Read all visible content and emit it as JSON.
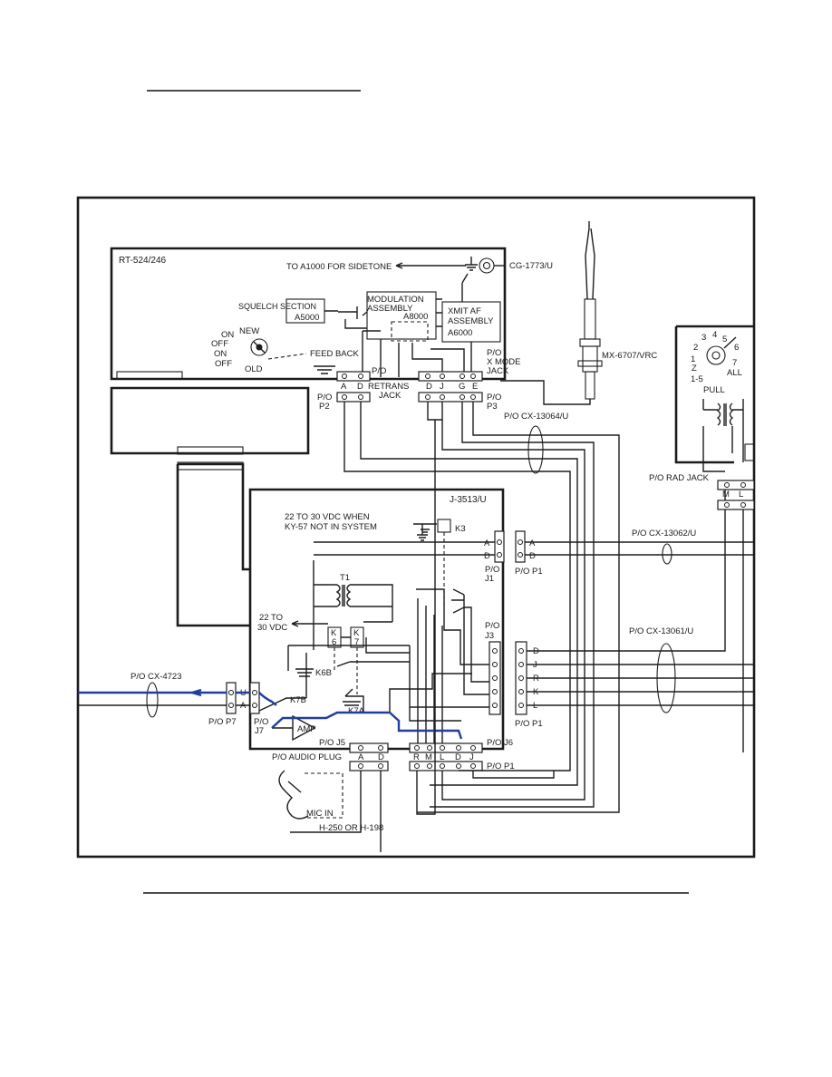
{
  "units": {
    "rt": "RT-524/246",
    "j3513": "J-3513/U"
  },
  "assemblies": {
    "squelch_title": "SQUELCH SECTION",
    "squelch_id": "A5000",
    "mod_line1": "MODULATION",
    "mod_line2": "ASSEMBLY",
    "mod_id": "A8000",
    "xmit_line1": "XMIT AF",
    "xmit_line2": "ASSEMBLY",
    "xmit_id": "A6000",
    "sidetone": "TO A1000 FOR SIDETONE",
    "cg": "CG-1773/U",
    "feedback": "FEED BACK",
    "switch_new": "NEW",
    "switch_on1": "ON",
    "switch_off1": "OFF",
    "switch_on2": "ON",
    "switch_off2": "OFF",
    "switch_old": "OLD"
  },
  "antenna": {
    "label": "MX-6707/VRC"
  },
  "connectors": {
    "po": "P/O",
    "xmode": "X MODE",
    "jack": "JACK",
    "retrans": "RETRANS",
    "p2": "P2",
    "p3": "P3",
    "cx13064": "P/O CX-13064/U",
    "rad_jack": "P/O RAD JACK",
    "cx13062": "P/O CX-13062/U",
    "cx13061": "P/O CX-13061/U",
    "cx4723": "P/O CX-4723",
    "po_p1": "P/O P1",
    "po_p7": "P/O P7",
    "j1": "J1",
    "j3": "J3",
    "j7": "J7",
    "po_j5": "P/O J5",
    "po_j6": "P/O J6",
    "audio_plug": "P/O AUDIO PLUG",
    "mic_in": "MIC IN",
    "handset": "H-250 OR H-198"
  },
  "pins": {
    "p2": [
      "A",
      "D"
    ],
    "p3": [
      "D",
      "J",
      "G",
      "E"
    ],
    "rad": [
      "M",
      "L"
    ],
    "j1": [
      "A",
      "D"
    ],
    "j3": [
      "D",
      "J",
      "R",
      "K",
      "L"
    ],
    "p7": [
      "U",
      "A"
    ],
    "j5": [
      "A",
      "D"
    ],
    "j6": [
      "R",
      "M",
      "L",
      "D",
      "J"
    ]
  },
  "j3513_parts": {
    "supply_note_1": "22 TO 30 VDC WHEN",
    "supply_note_2": "KY-57 NOT IN SYSTEM",
    "k3": "K3",
    "t1": "T1",
    "supply_22_1": "22 TO",
    "supply_22_2": "30 VDC",
    "k6_a": "K",
    "k6_b": "6",
    "k7_a": "K",
    "k7_b": "7",
    "k6b": "K6B",
    "k7b": "K7B",
    "k7a": "K7A",
    "amp": "AMP"
  },
  "selector": {
    "nums": [
      "3",
      "4",
      "5",
      "2",
      "6",
      "1",
      "7"
    ],
    "z": "Z",
    "range": "1-5",
    "all": "ALL",
    "pull": "PULL"
  },
  "colors": {
    "line": "#1d1d1d",
    "audio_path": "#233d9c"
  }
}
